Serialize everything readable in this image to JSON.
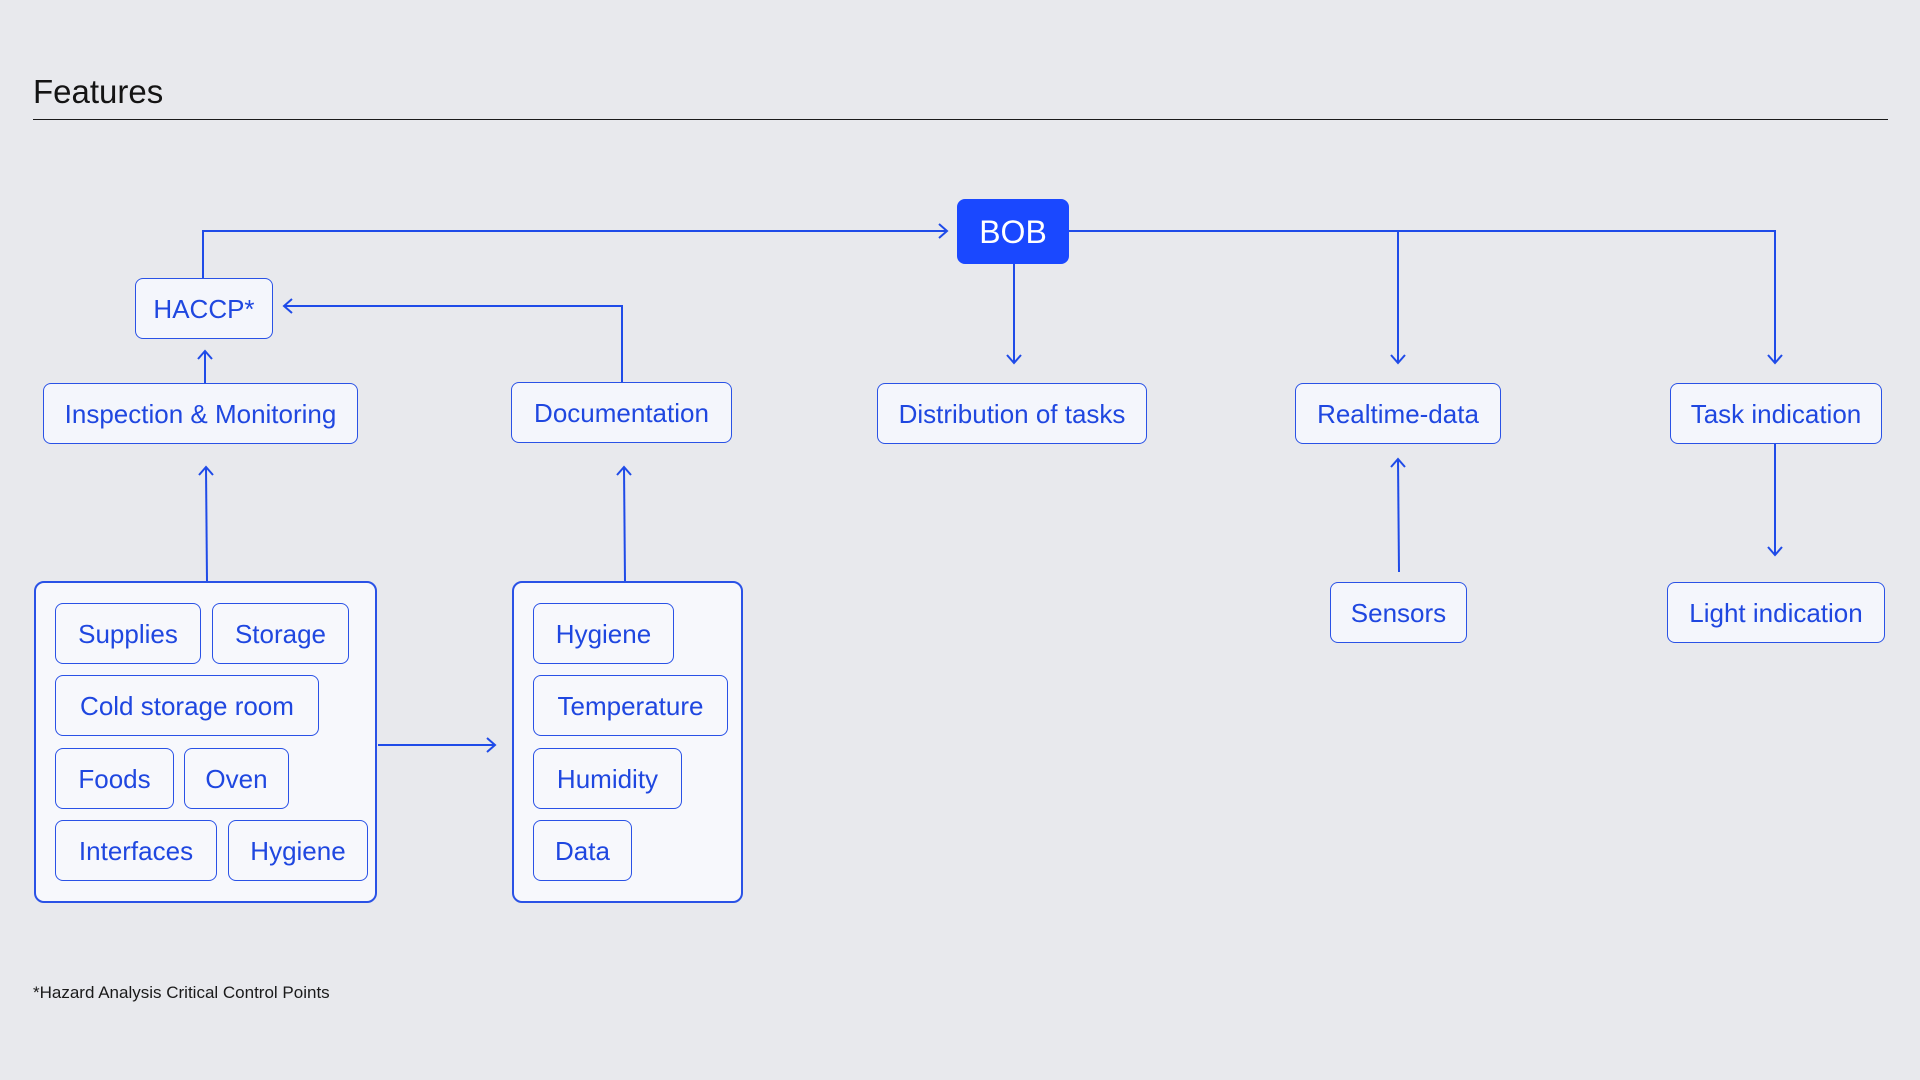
{
  "page": {
    "title": "Features",
    "footnote": "*Hazard Analysis Critical Control Points"
  },
  "colors": {
    "background": "#e8e9ed",
    "accent": "#1a48ff",
    "node_text": "#1f47e0",
    "node_fill": "#f4f6fc",
    "title_text": "#141414"
  },
  "diagram": {
    "root": "BOB",
    "nodes": {
      "haccp": "HACCP*",
      "inspection": "Inspection & Monitoring",
      "documentation": "Documentation",
      "distribution": "Distribution of tasks",
      "realtime": "Realtime-data",
      "task_indication": "Task indication",
      "sensors": "Sensors",
      "light_indication": "Light indication"
    },
    "inspection_items": [
      "Supplies",
      "Storage",
      "Cold storage room",
      "Foods",
      "Oven",
      "Interfaces",
      "Hygiene"
    ],
    "documentation_items": [
      "Hygiene",
      "Temperature",
      "Humidity",
      "Data"
    ],
    "edges": [
      {
        "from": "HACCP*",
        "to": "BOB"
      },
      {
        "from": "BOB",
        "to": "Distribution of tasks"
      },
      {
        "from": "BOB",
        "to": "Realtime-data"
      },
      {
        "from": "BOB",
        "to": "Task indication"
      },
      {
        "from": "Inspection & Monitoring",
        "to": "HACCP*"
      },
      {
        "from": "Documentation",
        "to": "HACCP*"
      },
      {
        "from": "Inspection items group",
        "to": "Inspection & Monitoring"
      },
      {
        "from": "Inspection items group",
        "to": "Documentation items group"
      },
      {
        "from": "Documentation items group",
        "to": "Documentation"
      },
      {
        "from": "Sensors",
        "to": "Realtime-data"
      },
      {
        "from": "Task indication",
        "to": "Light indication"
      }
    ]
  }
}
